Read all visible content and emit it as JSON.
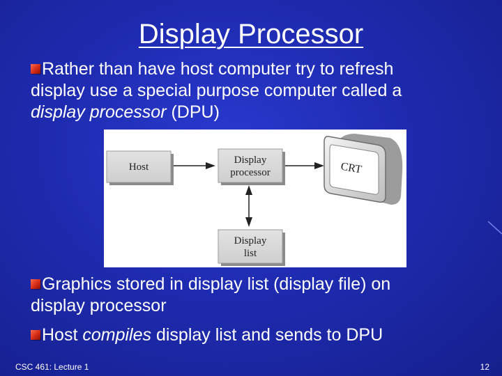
{
  "title": "Display Processor",
  "bullets": [
    {
      "line1": "Rather than have host computer try to refresh",
      "line2_before": "display use a special purpose computer called a",
      "line3_italic": "display processor",
      "line3_after": " (DPU)"
    },
    {
      "line1": "Graphics stored in display list (display file) on",
      "line2": "display processor"
    },
    {
      "before": "Host ",
      "italic": "compiles",
      "after": " display list and sends to DPU"
    }
  ],
  "diagram": {
    "host_label": "Host",
    "display_processor_line1": "Display",
    "display_processor_line2": "processor",
    "crt_label": "CRT",
    "display_list_line1": "Display",
    "display_list_line2": "list"
  },
  "footer": {
    "course": "CSC 461: Lecture 1",
    "page": "12"
  },
  "colors": {
    "background": "#1e2bb0",
    "bullet": "#d42a14",
    "text": "#ffffff"
  }
}
